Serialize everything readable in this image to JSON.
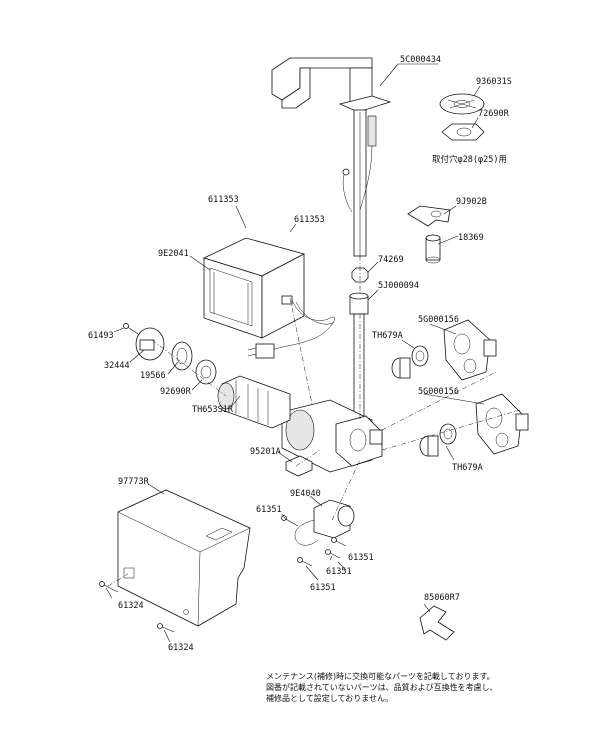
{
  "labels": {
    "faucet": "5C000434",
    "washer_top": "936031S",
    "nut_top": "72690R",
    "mount_note": "取付穴φ28(φ25)用",
    "bracket": "9J902B",
    "sleeve": "18369",
    "screw_a": "611353",
    "screw_b": "611353",
    "box": "9E2041",
    "nut_mid": "74269",
    "adapter": "5J000094",
    "screw_c": "61493",
    "valve_right_1": "5G000156",
    "gasket_1": "TH679A",
    "cap": "32444",
    "ring": "19566",
    "nut_left": "92690R",
    "cartridge": "TH653S1R",
    "valve_right_2": "5G000156",
    "gasket_2": "TH679A",
    "clip": "95201A",
    "cover": "97773R",
    "solenoid": "9E4040",
    "screw_d": "61351",
    "screw_e": "61351",
    "screw_f": "61351",
    "screw_g": "61351",
    "screw_h": "61324",
    "screw_i": "61324",
    "key": "85060R7"
  },
  "note": {
    "line1": "メンテナンス(補修)時に交換可能なパーツを記載しております。",
    "line2": "図番が記載されていないパーツは、品質および互換性を考慮し、",
    "line3": "補修品として設定しておりません。"
  }
}
